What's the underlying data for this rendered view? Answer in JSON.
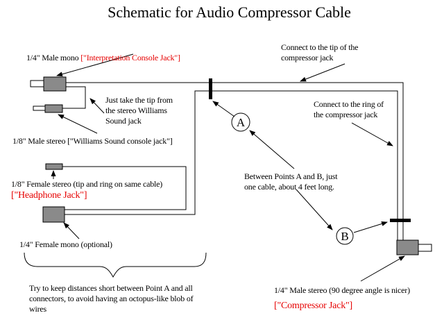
{
  "title": "Schematic for Audio Compressor Cable",
  "colors": {
    "accent_red": "#e60000",
    "connector_gray": "#8a8a8a",
    "line_black": "#000000"
  },
  "labels": {
    "interp_jack": {
      "black": "1/4\" Male mono ",
      "red": "[\"Interpretation Console Jack\"]"
    },
    "tip_note": "Just take the tip from\nthe stereo Williams\nSound jack",
    "williams_jack": "1/8\" Male stereo [\"Williams Sound console jack\"]",
    "headphone_jack": {
      "black": "1/8\" Female stereo (tip and ring on same cable)",
      "red": "[\"Headphone Jack\"]"
    },
    "female_mono": "1/4\" Female mono (optional)",
    "keep_short_note": "Try to keep distances short between Point A and all\nconnectors, to avoid having an octopus-like blob of\nwires",
    "connect_tip": "Connect to the tip of the\ncompressor jack",
    "connect_ring": "Connect to the ring of\nthe compressor jack",
    "between_points": "Between Points A and B, just\none cable, about 4 feet long.",
    "compressor_jack": {
      "black": "1/4\" Male stereo (90 degree angle is nicer)",
      "red": "[\"Compressor Jack\"]"
    },
    "point_a": "A",
    "point_b": "B"
  }
}
